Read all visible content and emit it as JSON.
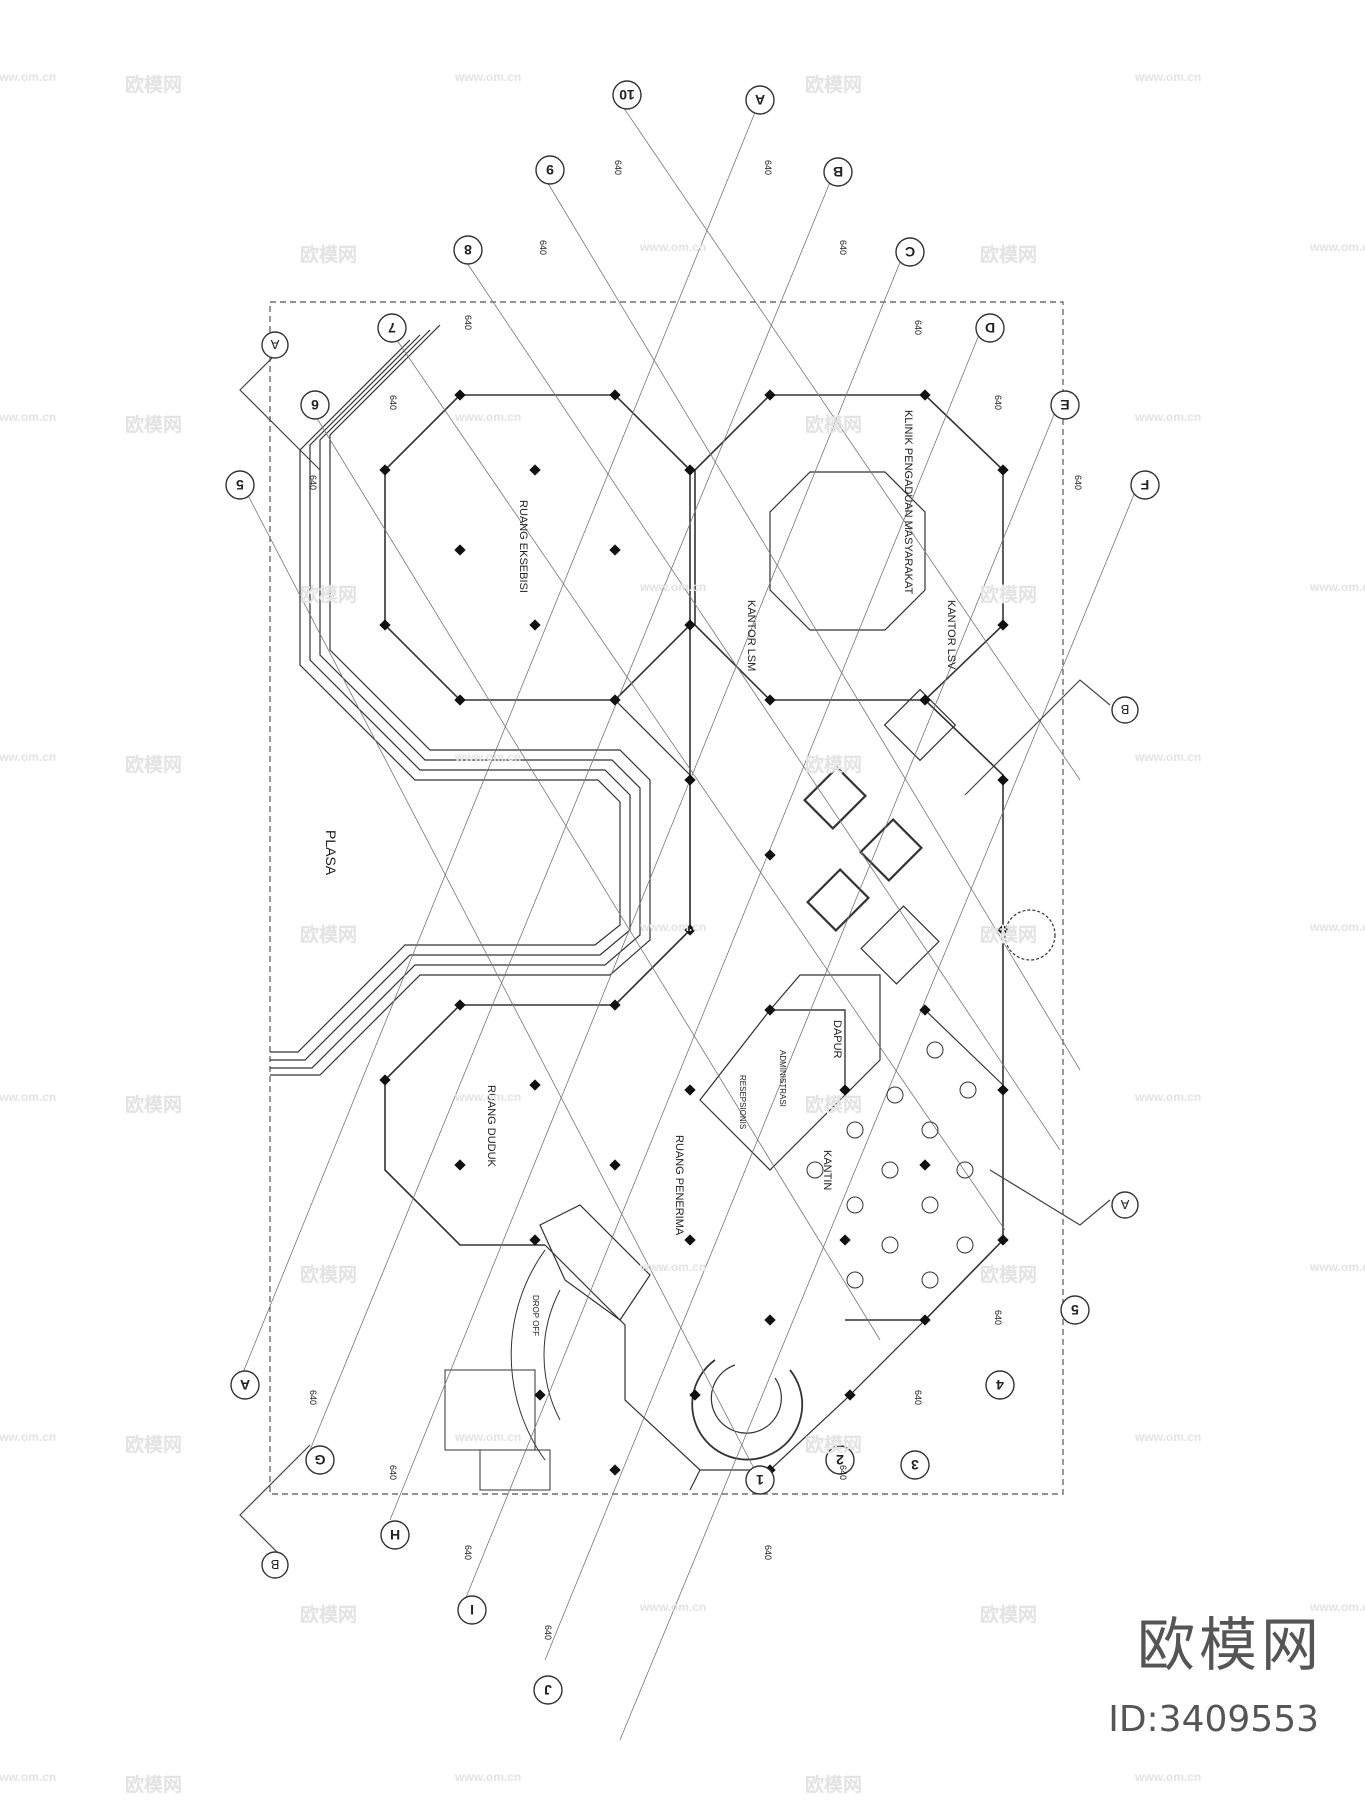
{
  "plan": {
    "rooms": {
      "ruang_eksebisi": "RUANG EKSEBISI",
      "klinik": "KLINIK PENGADUAN MASYARAKAT",
      "kantor_lsm": "KANTOR LSM",
      "kantor_lsv": "KANTOR LSV",
      "plasa": "PLASA",
      "dapur": "DAPUR",
      "administrasi": "ADMINISTRASI",
      "resepsionis": "RESEPSIONIS",
      "ruang_duduk": "RUANG DUDUK",
      "ruang_penerima": "RUANG PENERIMA",
      "kantin": "KANTIN",
      "drop_off": "DROP OFF"
    },
    "grid_numbers": [
      "1",
      "2",
      "3",
      "4",
      "5",
      "6",
      "7",
      "8",
      "9",
      "10"
    ],
    "grid_letters": [
      "A",
      "B",
      "C",
      "D",
      "E",
      "F",
      "G",
      "H",
      "I",
      "J"
    ],
    "dimension": "640",
    "section_marks": [
      "A",
      "B"
    ]
  },
  "watermark": {
    "site_cn": "欧模网",
    "site_url": "www.om.cn"
  },
  "brand": {
    "name": "欧模网",
    "id": "ID:3409553"
  }
}
